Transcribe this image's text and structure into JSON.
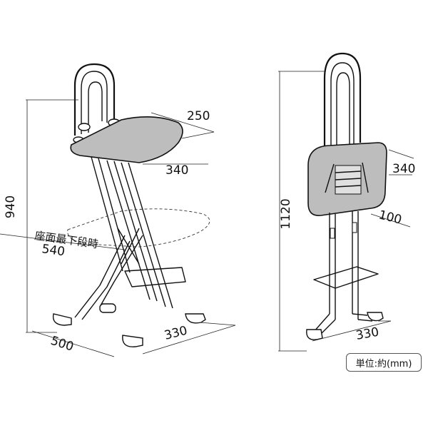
{
  "diagram": {
    "left_view": {
      "height_label": "940",
      "seat_depth_label": "250",
      "seat_height_label": "340",
      "lowest_note": "座面最下段時",
      "lowest_height_label": "540",
      "base_depth_label": "500",
      "base_width_label": "330"
    },
    "right_view": {
      "height_label": "1120",
      "seat_label": "340",
      "step_label": "100",
      "base_width_label": "330"
    },
    "unit_note": "単位:約(mm)"
  }
}
